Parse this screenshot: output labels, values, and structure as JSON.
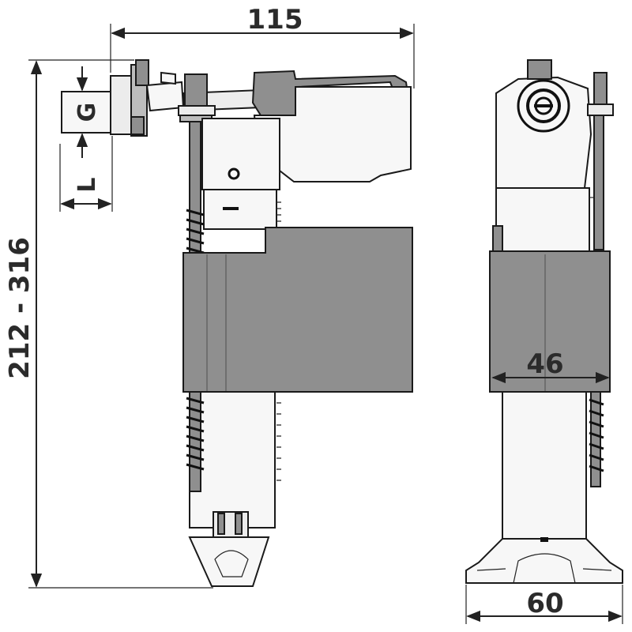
{
  "dimensions": {
    "width_total": "115",
    "height_range": "212 - 316",
    "side_width": "46",
    "base_width": "60",
    "inlet_thread": "G",
    "inlet_length": "L"
  },
  "colors": {
    "float_body": "#8f8f8f",
    "tube": "#ececec",
    "outline": "#1a1a1a",
    "dimension_line": "#222222"
  }
}
